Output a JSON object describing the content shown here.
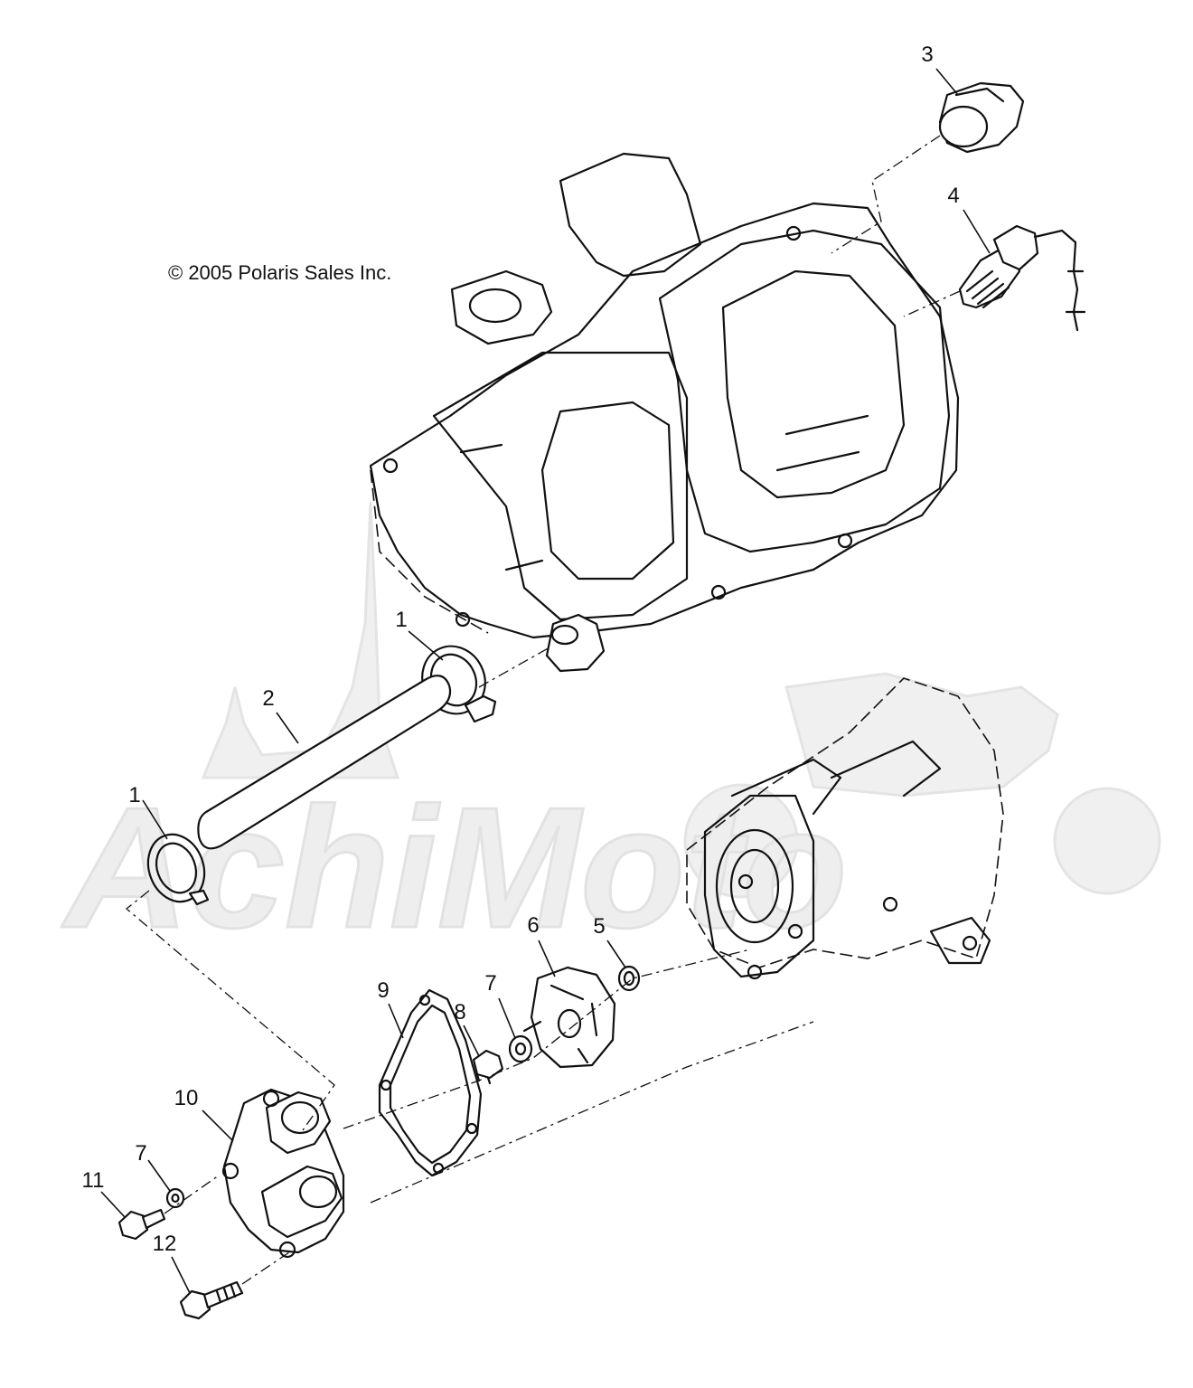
{
  "copyright": "© 2005 Polaris Sales Inc.",
  "watermark": {
    "text": "AchiMoto",
    "color": "#eeeeee"
  },
  "callouts": {
    "c1_upper": "1",
    "c1_lower": "1",
    "c2": "2",
    "c3": "3",
    "c4": "4",
    "c5": "5",
    "c6": "6",
    "c7_upper": "7",
    "c7_lower": "7",
    "c8": "8",
    "c9": "9",
    "c10": "10",
    "c11": "11",
    "c12": "12"
  },
  "colors": {
    "line": "#111111",
    "background": "#ffffff"
  }
}
